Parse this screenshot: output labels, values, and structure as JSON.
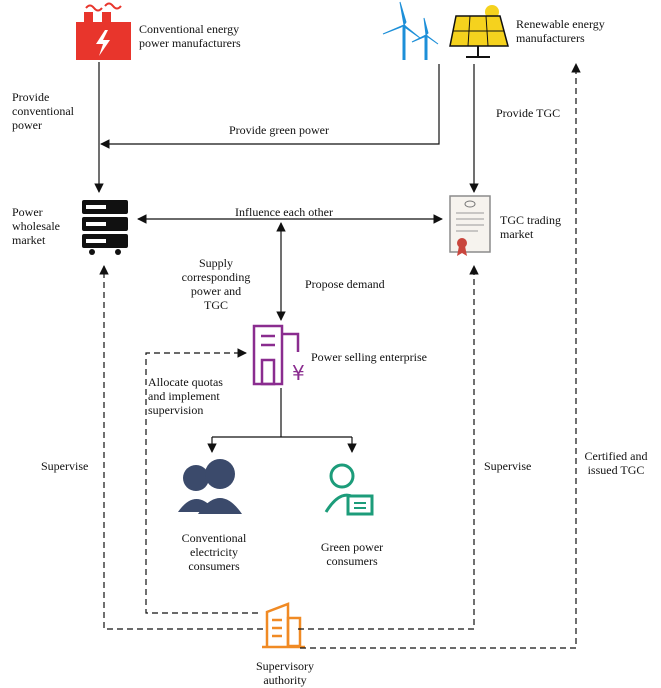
{
  "nodes": {
    "conventional_manufacturers": [
      "Conventional energy",
      "power manufacturers"
    ],
    "renewable_manufacturers": [
      "Renewable energy",
      "manufacturers"
    ],
    "wholesale_market": [
      "Power",
      "wholesale",
      "market"
    ],
    "tgc_market": [
      "TGC trading",
      "market"
    ],
    "selling_enterprise": "Power selling enterprise",
    "conventional_consumers": [
      "Conventional",
      "electricity",
      "consumers"
    ],
    "green_consumers": [
      "Green power",
      "consumers"
    ],
    "supervisory_authority": [
      "Supervisory",
      "authority"
    ]
  },
  "edges": {
    "provide_conventional": [
      "Provide",
      "conventional",
      "power"
    ],
    "provide_green": "Provide green power",
    "provide_tgc": "Provide TGC",
    "influence": "Influence each other",
    "supply": [
      "Supply",
      "corresponding",
      "power and",
      "TGC"
    ],
    "propose_demand": "Propose demand",
    "allocate": [
      "Allocate quotas",
      "and implement",
      "supervision"
    ],
    "supervise_left": "Supervise",
    "supervise_right": "Supervise",
    "certified": [
      "Certified and",
      "issued TGC"
    ]
  },
  "colors": {
    "factory": "#e8352c",
    "wind": "#1d8fd8",
    "solar": "#f5d21e",
    "server": "#111111",
    "certificate": "#c9463d",
    "enterprise": "#8a2c8f",
    "consumer_conventional": "#3b4a6b",
    "consumer_green": "#1c9c7a",
    "authority": "#f08a24"
  }
}
